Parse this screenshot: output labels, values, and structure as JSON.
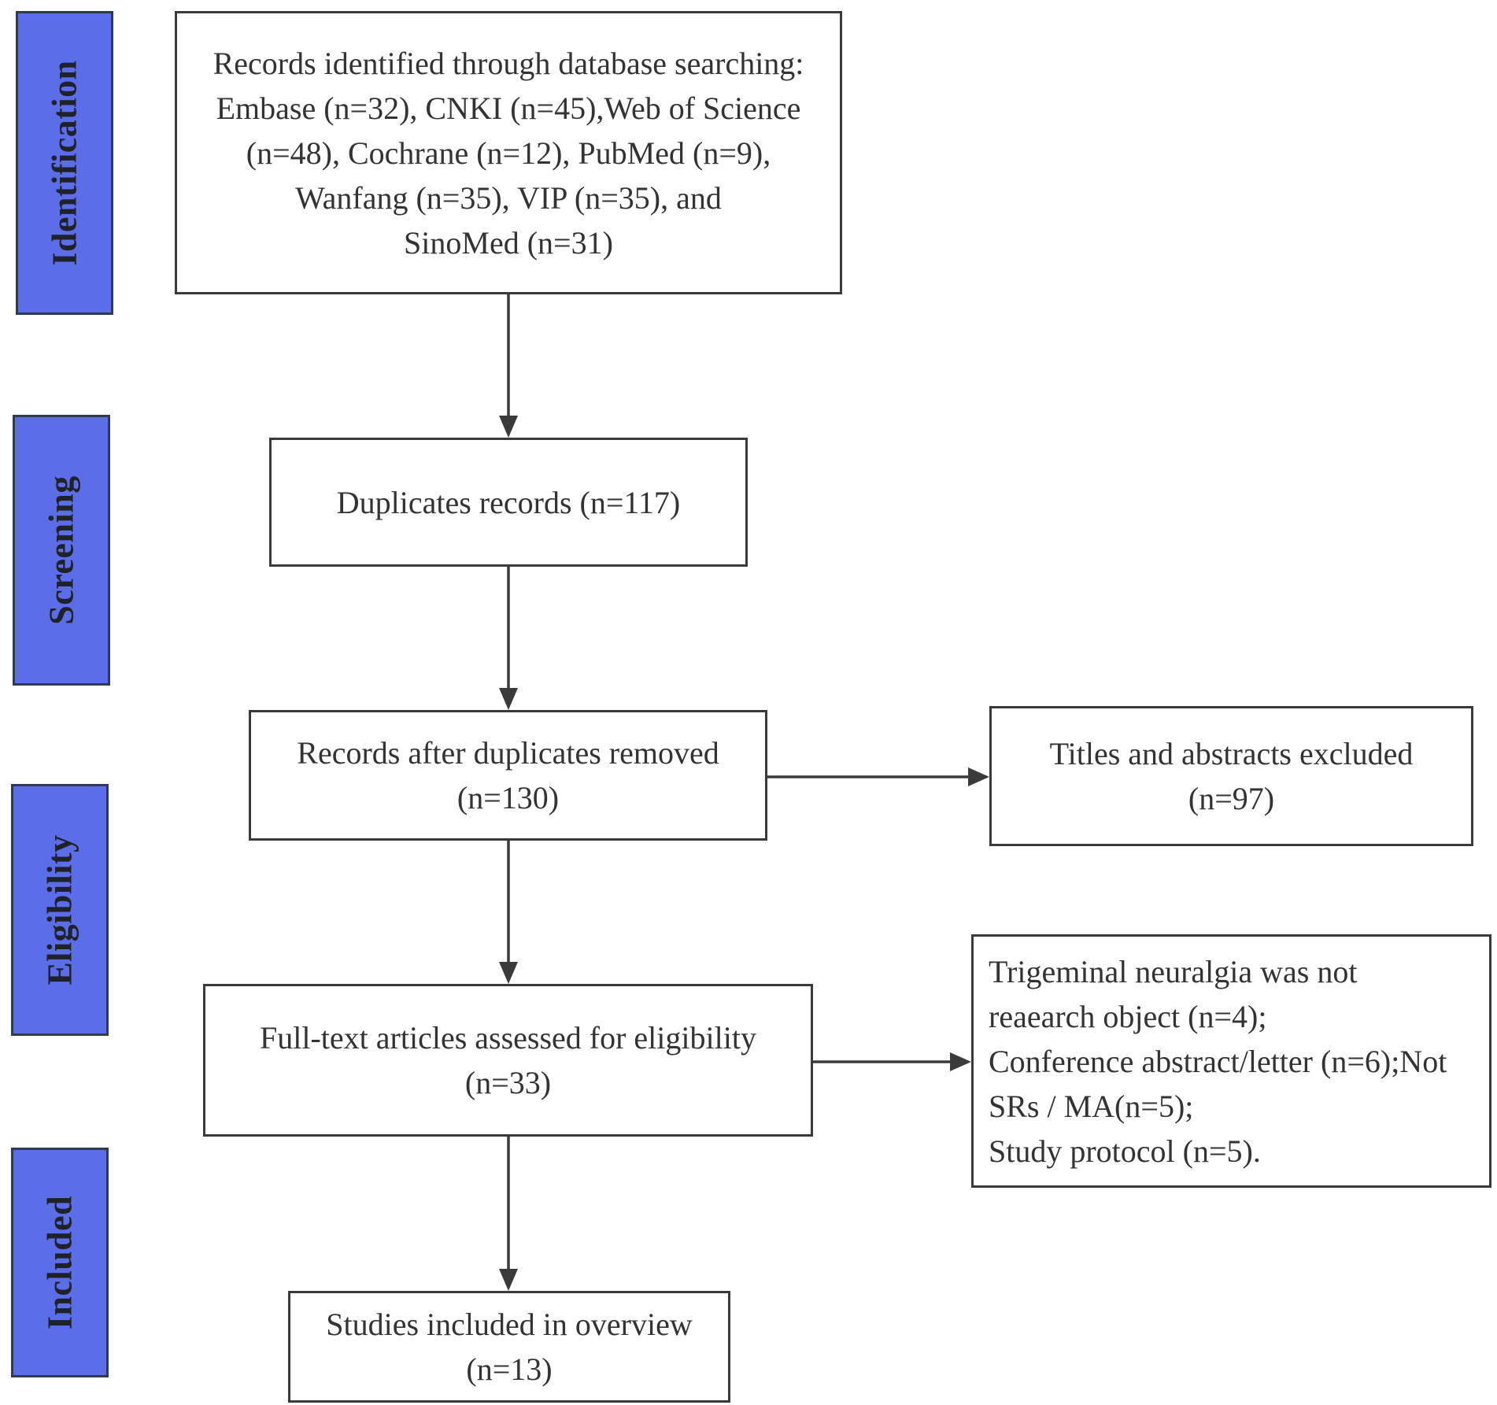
{
  "stages": [
    {
      "id": "identification",
      "label": "Identification"
    },
    {
      "id": "screening",
      "label": "Screening"
    },
    {
      "id": "eligibility",
      "label": "Eligibility"
    },
    {
      "id": "included",
      "label": "Included"
    }
  ],
  "boxes": {
    "identified": {
      "lines": [
        "Records identified through database searching:",
        "Embase (n=32), CNKI (n=45),Web of Science",
        "(n=48), Cochrane (n=12), PubMed (n=9),",
        "Wanfang (n=35), VIP (n=35), and",
        "SinoMed  (n=31)"
      ]
    },
    "duplicates": {
      "lines": [
        "Duplicates records (n=117)"
      ]
    },
    "after_duplicates": {
      "lines": [
        "Records after duplicates removed",
        "(n=130)"
      ]
    },
    "titles_excluded": {
      "lines": [
        "Titles and abstracts excluded",
        "(n=97)"
      ]
    },
    "full_text": {
      "lines": [
        "Full-text articles assessed for eligibility",
        "(n=33)"
      ]
    },
    "full_text_excluded": {
      "lines": [
        "Trigeminal neuralgia was not",
        "reaearch object (n=4);",
        "Conference abstract/letter (n=6);Not",
        "SRs / MA(n=5);",
        "Study protocol (n=5)."
      ]
    },
    "included": {
      "lines": [
        "Studies included in overview",
        "(n=13)"
      ]
    }
  },
  "colors": {
    "stage_fill": "#5b6ee8",
    "stage_border": "#2f3a4c",
    "box_border": "#3a3a3a",
    "arrow": "#3a3a3a",
    "text": "#333333"
  }
}
